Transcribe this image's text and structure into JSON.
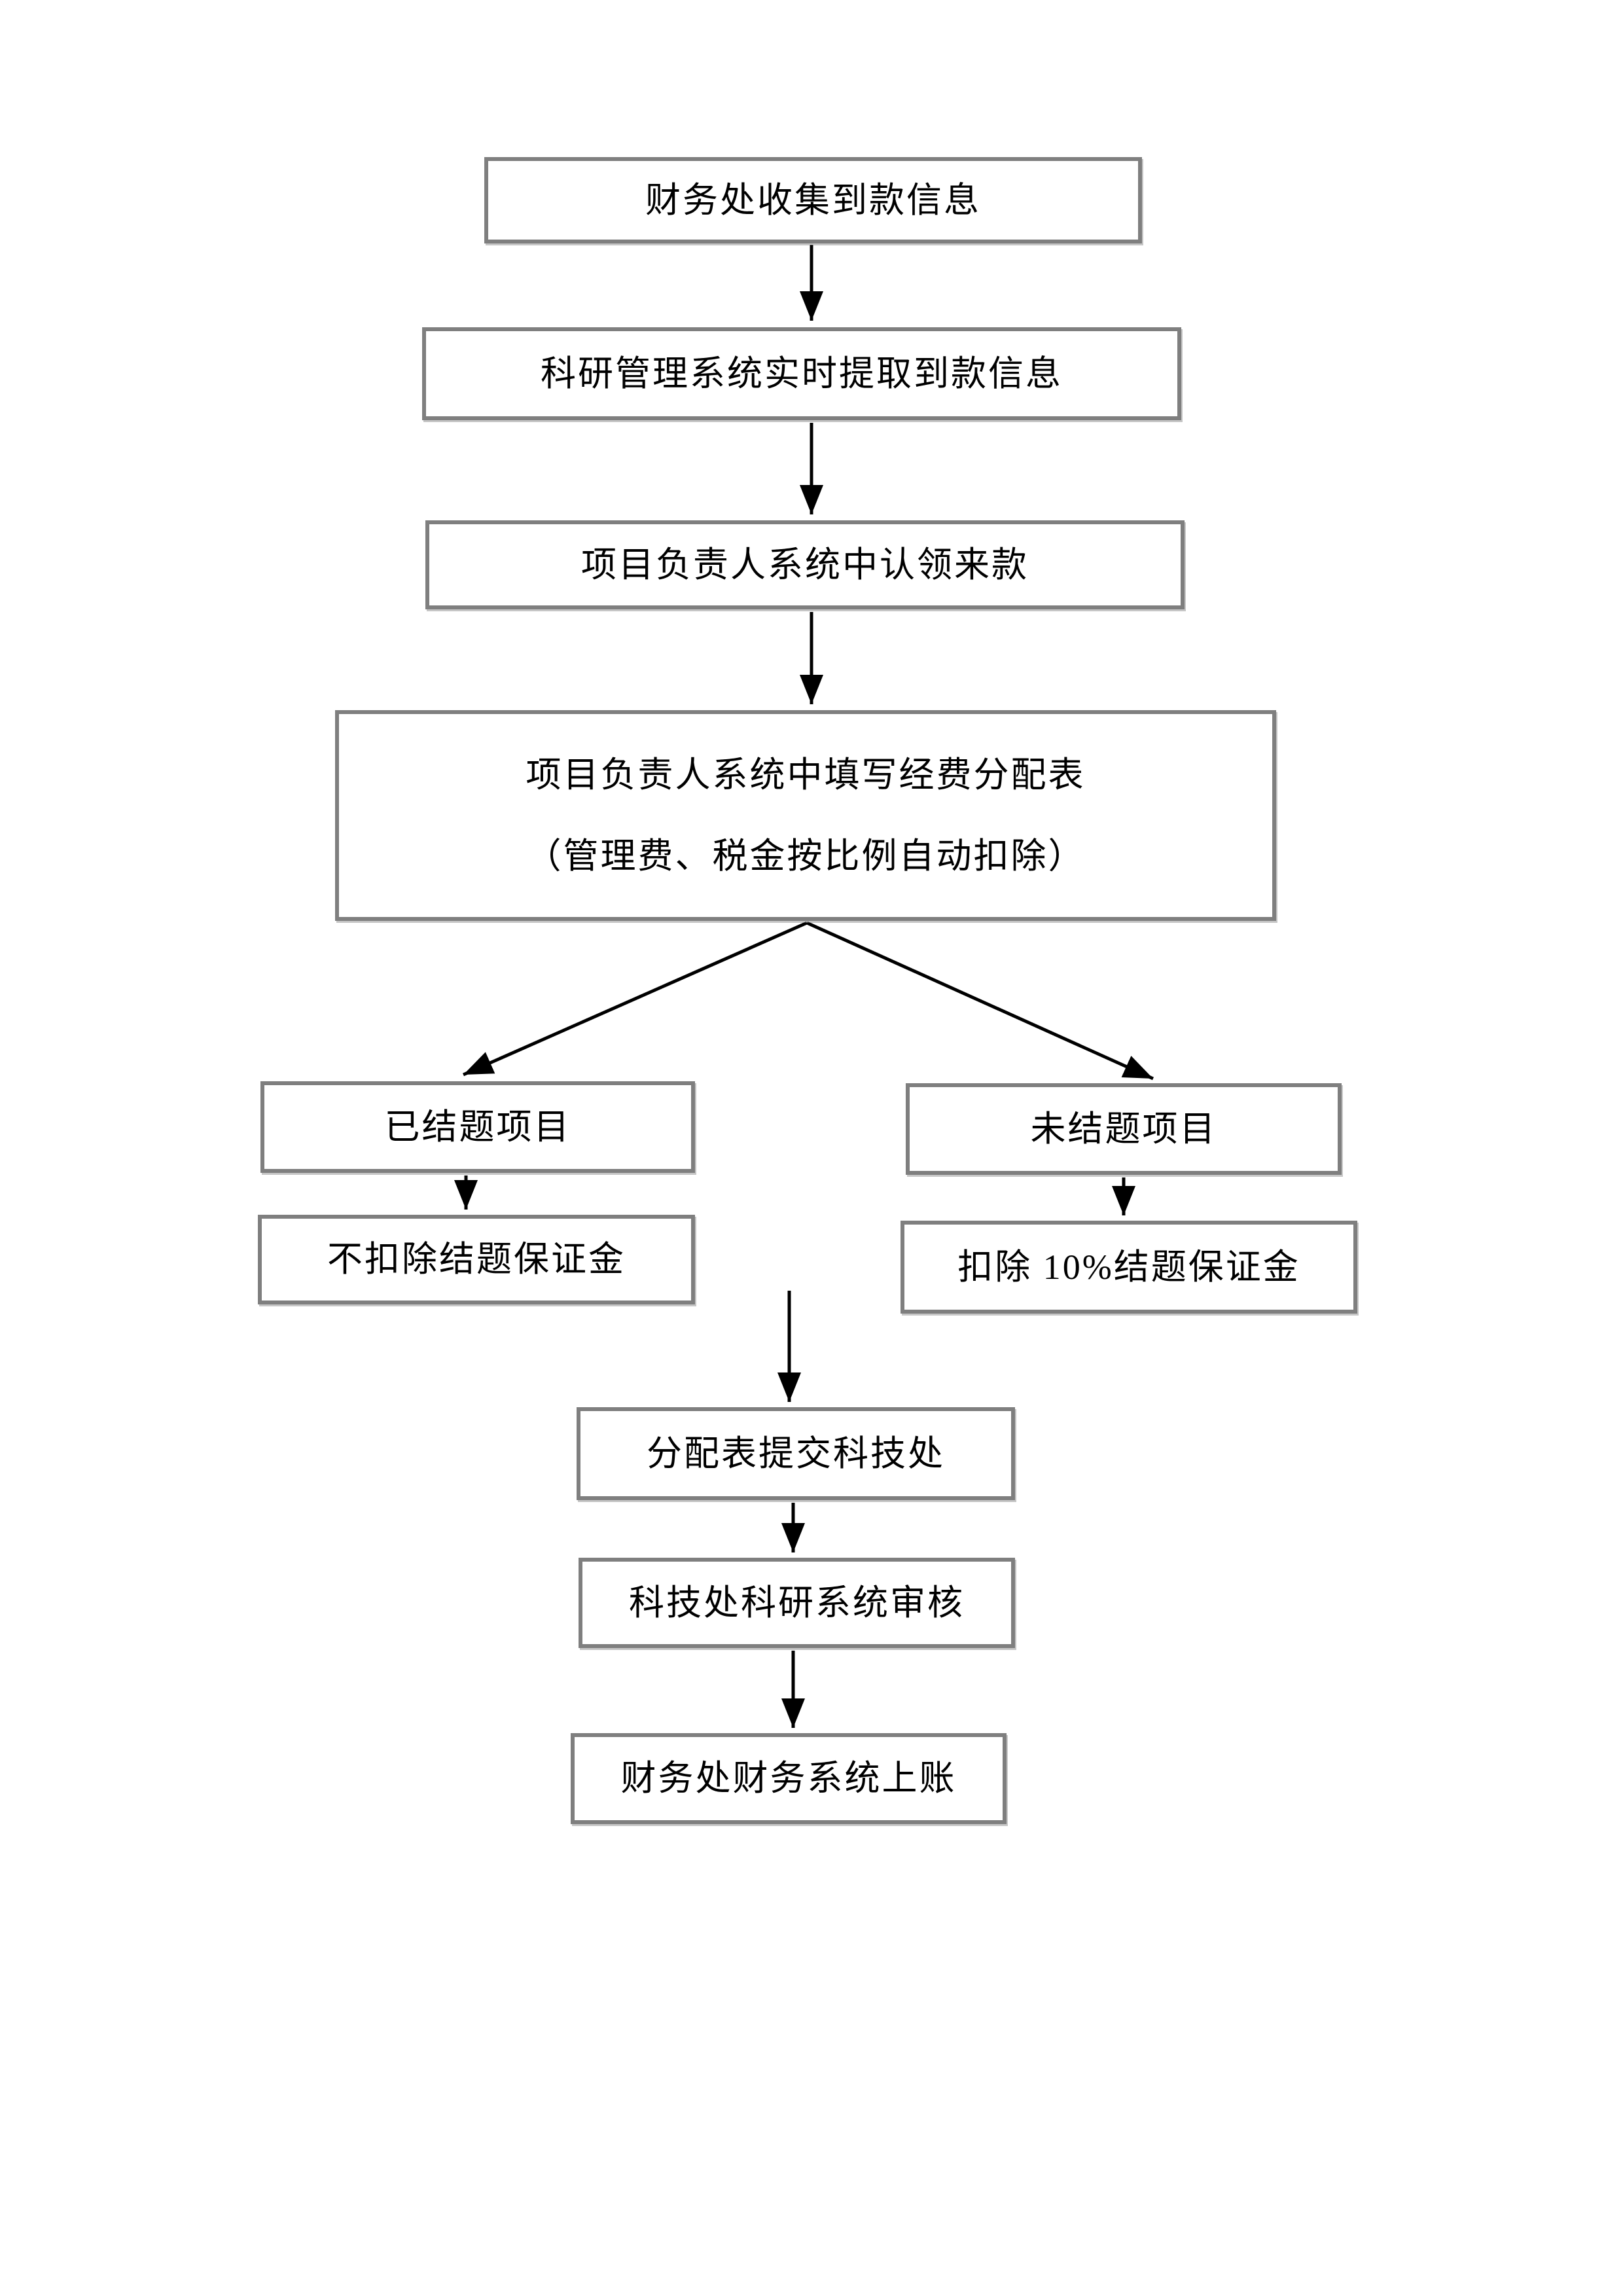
{
  "flowchart": {
    "nodes": {
      "collect": "财务处收集到款信息",
      "extract": "科研管理系统实时提取到款信息",
      "claim": "项目负责人系统中认领来款",
      "fill_line1": "项目负责人系统中填写经费分配表",
      "fill_line2": "（管理费、税金按比例自动扣除）",
      "finished": "已结题项目",
      "no_deduction": "不扣除结题保证金",
      "unfinished": "未结题项目",
      "deduction": "扣除 10%结题保证金",
      "submit": "分配表提交科技处",
      "review": "科技处科研系统审核",
      "post": "财务处财务系统上账"
    },
    "edges": [
      {
        "from": "collect",
        "to": "extract"
      },
      {
        "from": "extract",
        "to": "claim"
      },
      {
        "from": "claim",
        "to": "fill"
      },
      {
        "from": "fill",
        "to": "finished"
      },
      {
        "from": "fill",
        "to": "unfinished"
      },
      {
        "from": "finished",
        "to": "no_deduction"
      },
      {
        "from": "unfinished",
        "to": "deduction"
      },
      {
        "from": "branches",
        "to": "submit"
      },
      {
        "from": "submit",
        "to": "review"
      },
      {
        "from": "review",
        "to": "post"
      }
    ],
    "colors": {
      "box_border": "#7f7f7f",
      "arrow": "#000000",
      "text": "#000000",
      "page_background": "#ffffff"
    }
  }
}
